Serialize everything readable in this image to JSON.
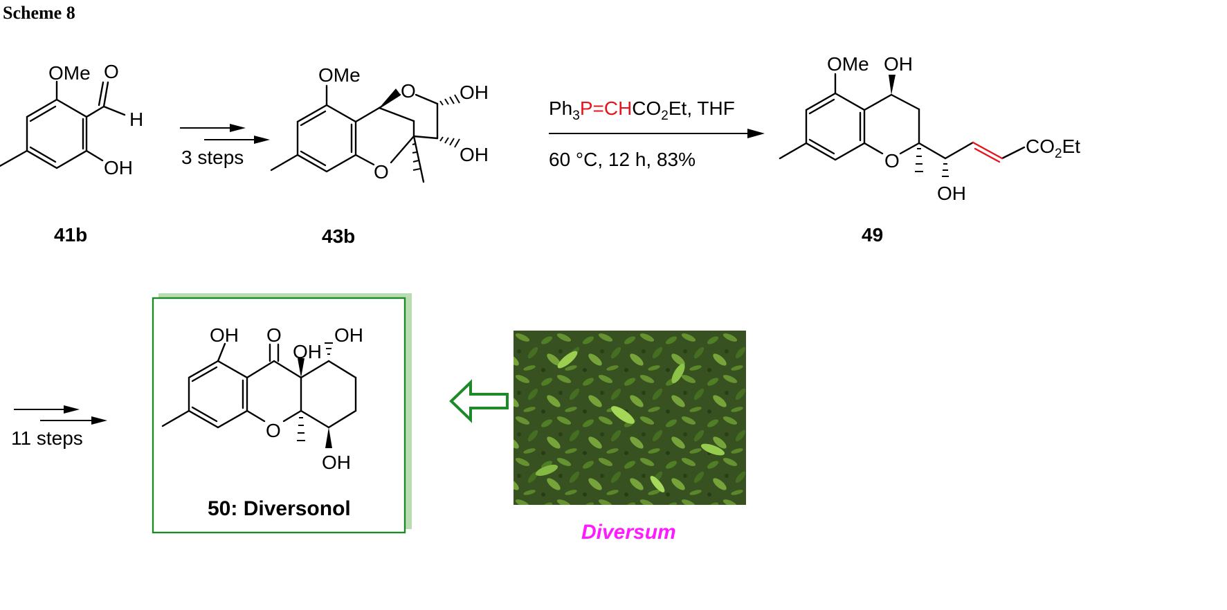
{
  "scheme_title": "Scheme 8",
  "colors": {
    "highlight_red": "#e8141b",
    "box_border": "#1d8a2a",
    "box_shadow": "#b9ddb0",
    "arrow_green": "#1d8a2a",
    "caption_magenta": "#ff1aff",
    "bond": "#000000"
  },
  "compounds": {
    "c41b": {
      "label": "41b",
      "atoms": {
        "ome": "OMe",
        "o_ald": "O",
        "h_ald": "H",
        "oh": "OH"
      }
    },
    "c43b": {
      "label": "43b",
      "atoms": {
        "ome": "OMe",
        "o_bridge": "O",
        "oh_top": "OH",
        "oh_bottom": "OH",
        "o_ring": "O"
      }
    },
    "c49": {
      "label": "49",
      "atoms": {
        "ome": "OMe",
        "oh_top": "OH",
        "o_ring": "O",
        "oh_chain": "OH",
        "ester": "CO2Et"
      }
    },
    "c50": {
      "label": "50: Diversonol",
      "atoms": {
        "oh_phenol": "OH",
        "o_ketone": "O",
        "oh_junction": "OH",
        "oh_ring_top": "OH",
        "o_ring": "O",
        "oh_ring_bottom": "OH"
      }
    }
  },
  "steps": {
    "step1": {
      "label": "3 steps"
    },
    "step2": {
      "reagent_prefix": "Ph",
      "reagent_sub1": "3",
      "reagent_red": "P=CH",
      "reagent_mid": "CO",
      "reagent_sub2": "2",
      "reagent_suffix": "Et, THF",
      "conditions": "60 °C, 12 h, 83%"
    },
    "step3": {
      "label": "11 steps"
    }
  },
  "photo": {
    "caption": "Diversum",
    "subject": "moss-covered-tree-photo"
  },
  "icons": {
    "retro_arrow": "hollow-left-arrow-icon"
  }
}
